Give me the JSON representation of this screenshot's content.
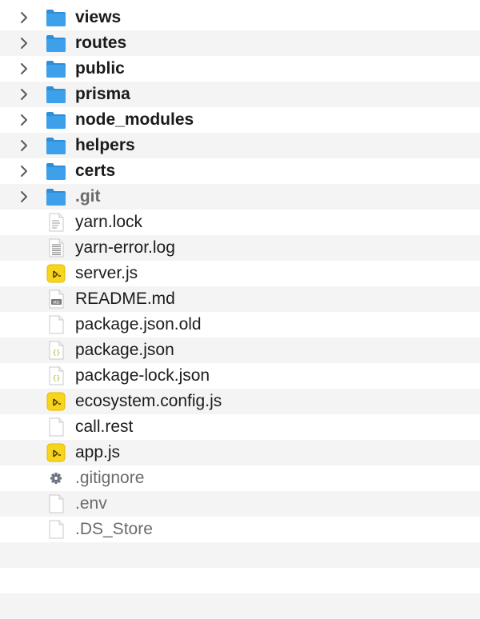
{
  "items": [
    {
      "name": "views",
      "kind": "folder"
    },
    {
      "name": "routes",
      "kind": "folder"
    },
    {
      "name": "public",
      "kind": "folder"
    },
    {
      "name": "prisma",
      "kind": "folder"
    },
    {
      "name": "node_modules",
      "kind": "folder"
    },
    {
      "name": "helpers",
      "kind": "folder"
    },
    {
      "name": "certs",
      "kind": "folder"
    },
    {
      "name": ".git",
      "kind": "folder",
      "hidden": true
    },
    {
      "name": "yarn.lock",
      "kind": "text"
    },
    {
      "name": "yarn-error.log",
      "kind": "log"
    },
    {
      "name": "server.js",
      "kind": "js"
    },
    {
      "name": "README.md",
      "kind": "md"
    },
    {
      "name": "package.json.old",
      "kind": "blank"
    },
    {
      "name": "package.json",
      "kind": "json"
    },
    {
      "name": "package-lock.json",
      "kind": "json"
    },
    {
      "name": "ecosystem.config.js",
      "kind": "js"
    },
    {
      "name": "call.rest",
      "kind": "blank"
    },
    {
      "name": "app.js",
      "kind": "js"
    },
    {
      "name": ".gitignore",
      "kind": "gear",
      "hidden": true
    },
    {
      "name": ".env",
      "kind": "blank",
      "hidden": true
    },
    {
      "name": ".DS_Store",
      "kind": "blank",
      "hidden": true
    }
  ],
  "empty_rows": 3,
  "icons": {
    "folder": "folder-icon",
    "text": "text-file-icon",
    "log": "log-file-icon",
    "js": "javascript-file-icon",
    "md": "markdown-file-icon",
    "blank": "document-icon",
    "json": "json-file-icon",
    "gear": "settings-file-icon"
  },
  "colors": {
    "folder": "#3ca0ea",
    "js": "#f7d51d",
    "stripe": "#f4f4f4"
  }
}
